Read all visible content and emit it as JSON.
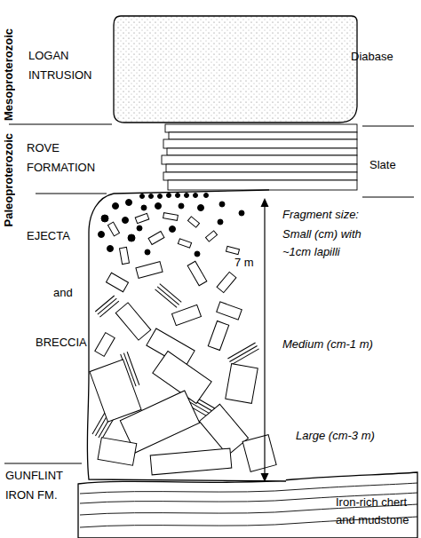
{
  "diagram": {
    "labels": [
      "Mesoproterozoic",
      "LOGAN INTRUSION",
      "Diabase",
      "Paleoproterozoic",
      "ROVE FORMATION",
      "Slate",
      "EJECTA",
      "Fragment size:",
      "Small (cm) with ~1cm lapilli",
      "and",
      "7 m",
      "BRECCIA",
      "Medium (cm-1 m)",
      "Large (cm-3 m)",
      "GUNFLINT IRON FM.",
      "Iron-rich chert and mudstone"
    ]
  }
}
